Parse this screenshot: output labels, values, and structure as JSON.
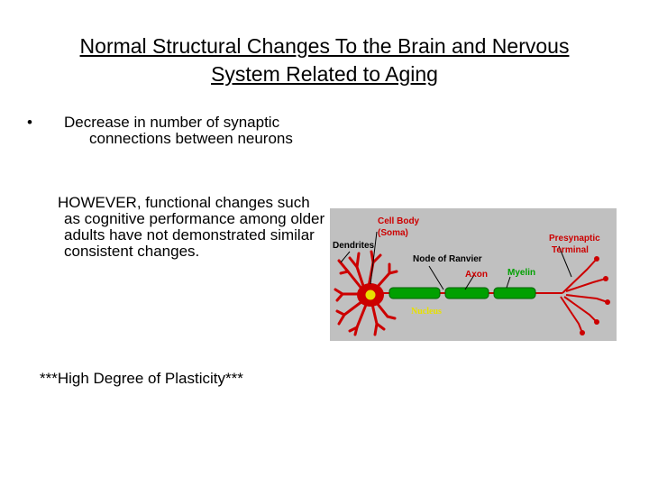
{
  "title": "Normal Structural Changes To the Brain and Nervous System Related to Aging",
  "bullet": {
    "symbol": "•",
    "text": "Decrease in number of synaptic connections between neurons"
  },
  "however": "HOWEVER, functional changes such as cognitive performance among older adults have not demonstrated similar consistent changes.",
  "plasticity": "***High Degree of Plasticity***",
  "figure": {
    "labels": {
      "cell_body": "Cell Body",
      "soma": "(Soma)",
      "dendrites": "Dendrites",
      "node_of_ranvier": "Node of Ranvier",
      "axon": "Axon",
      "myelin": "Myelin",
      "presynaptic": "Presynaptic",
      "terminal": "Terminal",
      "nucleus": "Nucleus"
    },
    "colors": {
      "background": "#c0c0c0",
      "neuron": "#cc0000",
      "myelin": "#00a000",
      "nucleus": "#e8e000"
    }
  }
}
